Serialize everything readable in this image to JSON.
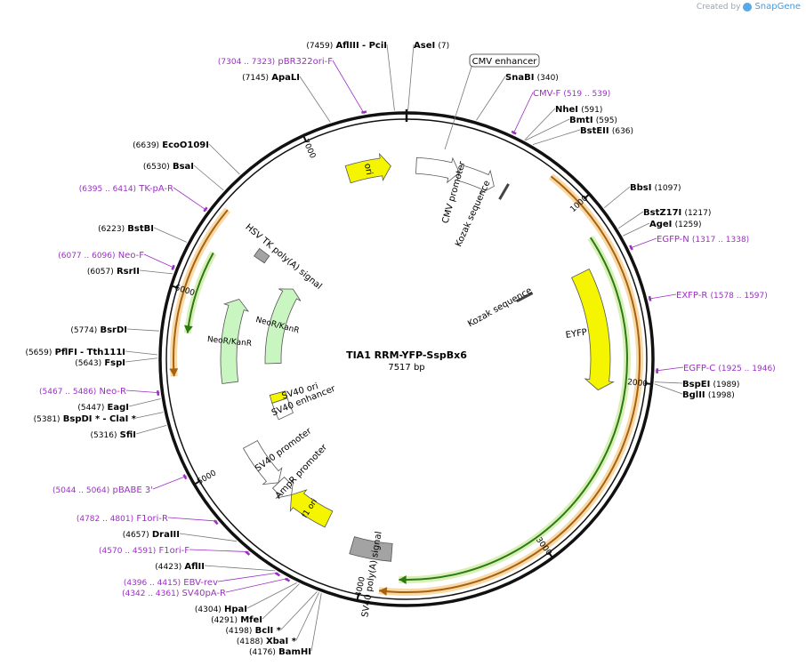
{
  "app": {
    "created_by": "Created by",
    "brand": "SnapGene"
  },
  "plasmid": {
    "name": "TIA1 RRM-YFP-SspBx6",
    "length_label": "7517 bp",
    "length": 7517
  },
  "colors": {
    "primer": "#9b2fc4",
    "enzyme": "#000000",
    "feature_yellow": "#f5f500",
    "feature_green": "#c8f5c0",
    "feature_gray": "#a3a3a3",
    "orf_green": "#2d7a12",
    "orf_orange": "#a8620e",
    "orf_halo": "#f8d9a8",
    "orf_green_halo": "#d8f0b8"
  },
  "ticks": [
    {
      "pos": 1000,
      "label": "1000"
    },
    {
      "pos": 2000,
      "label": "2000"
    },
    {
      "pos": 3000,
      "label": "3000"
    },
    {
      "pos": 4000,
      "label": "4000"
    },
    {
      "pos": 5000,
      "label": "5000"
    },
    {
      "pos": 6000,
      "label": "6000"
    },
    {
      "pos": 7000,
      "label": "7000"
    }
  ],
  "enzymes": [
    {
      "name": "AflIII",
      "extra": "- PciI",
      "pos_label": "(7459)",
      "pos": 7459
    },
    {
      "name": "AseI",
      "pos_label": "(7)",
      "pos": 7
    },
    {
      "name": "SnaBI",
      "pos_label": "(340)",
      "pos": 340
    },
    {
      "name": "NheI",
      "pos_label": "(591)",
      "pos": 591
    },
    {
      "name": "BmtI",
      "pos_label": "(595)",
      "pos": 595
    },
    {
      "name": "BstEII",
      "pos_label": "(636)",
      "pos": 636
    },
    {
      "name": "BbsI",
      "pos_label": "(1097)",
      "pos": 1097
    },
    {
      "name": "BstZ17I",
      "pos_label": "(1217)",
      "pos": 1217
    },
    {
      "name": "AgeI",
      "pos_label": "(1259)",
      "pos": 1259
    },
    {
      "name": "BspEI",
      "pos_label": "(1989)",
      "pos": 1989
    },
    {
      "name": "BglII",
      "pos_label": "(1998)",
      "pos": 1998
    },
    {
      "name": "ApaLI",
      "pos_label": "(7145)",
      "pos": 7145
    },
    {
      "name": "EcoO109I",
      "pos_label": "(6639)",
      "pos": 6639
    },
    {
      "name": "BsaI",
      "pos_label": "(6530)",
      "pos": 6530
    },
    {
      "name": "BstBI",
      "pos_label": "(6223)",
      "pos": 6223
    },
    {
      "name": "RsrII",
      "pos_label": "(6057)",
      "pos": 6057
    },
    {
      "name": "BsrDI",
      "pos_label": "(5774)",
      "pos": 5774
    },
    {
      "name": "PflFI",
      "extra": "- Tth111I",
      "pos_label": "(5659)",
      "pos": 5659
    },
    {
      "name": "FspI",
      "pos_label": "(5643)",
      "pos": 5643
    },
    {
      "name": "EagI",
      "pos_label": "(5447)",
      "pos": 5447
    },
    {
      "name": "BspDI *",
      "extra": "- ClaI *",
      "pos_label": "(5381)",
      "pos": 5381
    },
    {
      "name": "SfiI",
      "pos_label": "(5316)",
      "pos": 5316
    },
    {
      "name": "DraIII",
      "pos_label": "(4657)",
      "pos": 4657
    },
    {
      "name": "AflII",
      "pos_label": "(4423)",
      "pos": 4423
    },
    {
      "name": "HpaI",
      "pos_label": "(4304)",
      "pos": 4304
    },
    {
      "name": "MfeI",
      "pos_label": "(4291)",
      "pos": 4291
    },
    {
      "name": "BclI *",
      "pos_label": "(4198)",
      "pos": 4198
    },
    {
      "name": "XbaI *",
      "pos_label": "(4188)",
      "pos": 4188
    },
    {
      "name": "BamHI",
      "pos_label": "(4176)",
      "pos": 4176
    }
  ],
  "primers": [
    {
      "name": "pBR322ori-F",
      "range": "(7304 .. 7323)",
      "pos": 7313
    },
    {
      "name": "CMV-F",
      "range": "(519 .. 539)",
      "pos": 529
    },
    {
      "name": "EGFP-N",
      "range": "(1317 .. 1338)",
      "pos": 1327
    },
    {
      "name": "EXFP-R",
      "range": "(1578 .. 1597)",
      "pos": 1587
    },
    {
      "name": "EGFP-C",
      "range": "(1925 .. 1946)",
      "pos": 1935
    },
    {
      "name": "TK-pA-R",
      "range": "(6395 .. 6414)",
      "pos": 6404
    },
    {
      "name": "Neo-F",
      "range": "(6077 .. 6096)",
      "pos": 6086
    },
    {
      "name": "Neo-R",
      "range": "(5467 .. 5486)",
      "pos": 5476
    },
    {
      "name": "pBABE 3'",
      "range": "(5044 .. 5064)",
      "pos": 5054
    },
    {
      "name": "F1ori-R",
      "range": "(4782 .. 4801)",
      "pos": 4791
    },
    {
      "name": "F1ori-F",
      "range": "(4570 .. 4591)",
      "pos": 4580
    },
    {
      "name": "EBV-rev",
      "range": "(4396 .. 4415)",
      "pos": 4405
    },
    {
      "name": "SV40pA-R",
      "range": "(4342 .. 4361)",
      "pos": 4351
    }
  ],
  "features": [
    {
      "name": "CMV enhancer",
      "boxed": true
    },
    {
      "name": "CMV promoter"
    },
    {
      "name": "Kozak sequence"
    },
    {
      "name": "Kozak sequence"
    },
    {
      "name": "EYFP"
    },
    {
      "name": "SV40 poly(A) signal"
    },
    {
      "name": "f1 ori"
    },
    {
      "name": "AmpR promoter"
    },
    {
      "name": "SV40 promoter"
    },
    {
      "name": "SV40 enhancer"
    },
    {
      "name": "SV40 ori"
    },
    {
      "name": "NeoR/KanR"
    },
    {
      "name": "NeoR/KanR"
    },
    {
      "name": "HSV TK poly(A) signal"
    },
    {
      "name": "ori"
    }
  ]
}
